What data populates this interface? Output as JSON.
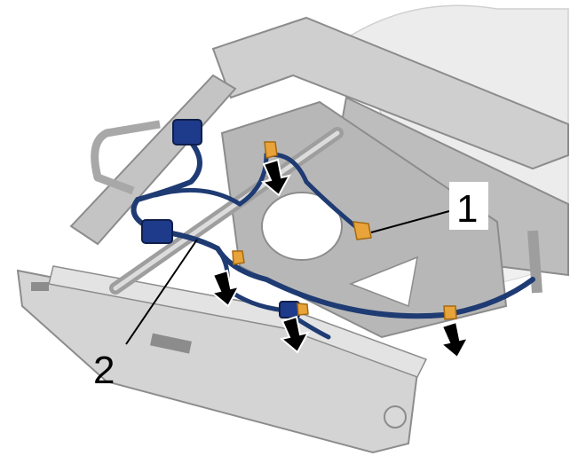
{
  "callouts": [
    {
      "id": "1",
      "label": "1"
    },
    {
      "id": "2",
      "label": "2"
    }
  ],
  "colors": {
    "frame_light": "#d9d9d9",
    "frame_mid": "#bdbdbd",
    "frame_dark": "#8c8c8c",
    "ghost": "#ececec",
    "harness": "#1f3b73",
    "connector": "#1e3a8a",
    "clip": "#e8a33a",
    "arrow": "#000000"
  }
}
